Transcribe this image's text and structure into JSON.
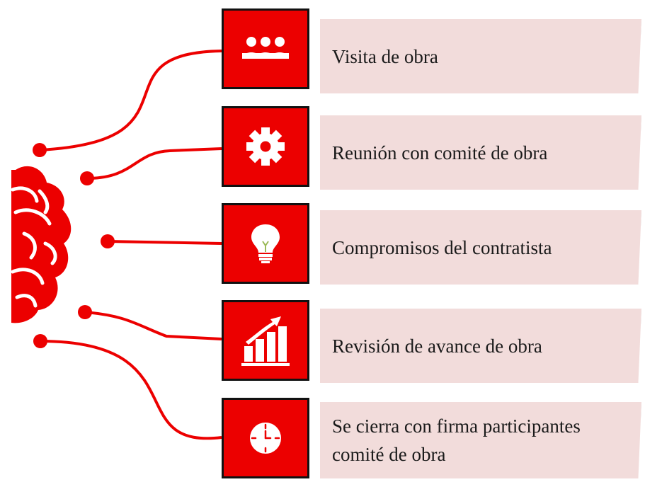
{
  "colors": {
    "accent": "#ec0000",
    "card_bg": "#f2dcdb",
    "border": "#111111"
  },
  "steps": [
    {
      "label": "Visita de obra",
      "icon": "group-icon"
    },
    {
      "label": "Reunión con comité de obra",
      "icon": "gear-icon"
    },
    {
      "label": "Compromisos del contratista",
      "icon": "lightbulb-icon"
    },
    {
      "label": "Revisión de avance de obra",
      "icon": "growth-chart-icon"
    },
    {
      "label": "Se cierra con firma participantes comité de obra",
      "icon": "clock-icon"
    }
  ]
}
